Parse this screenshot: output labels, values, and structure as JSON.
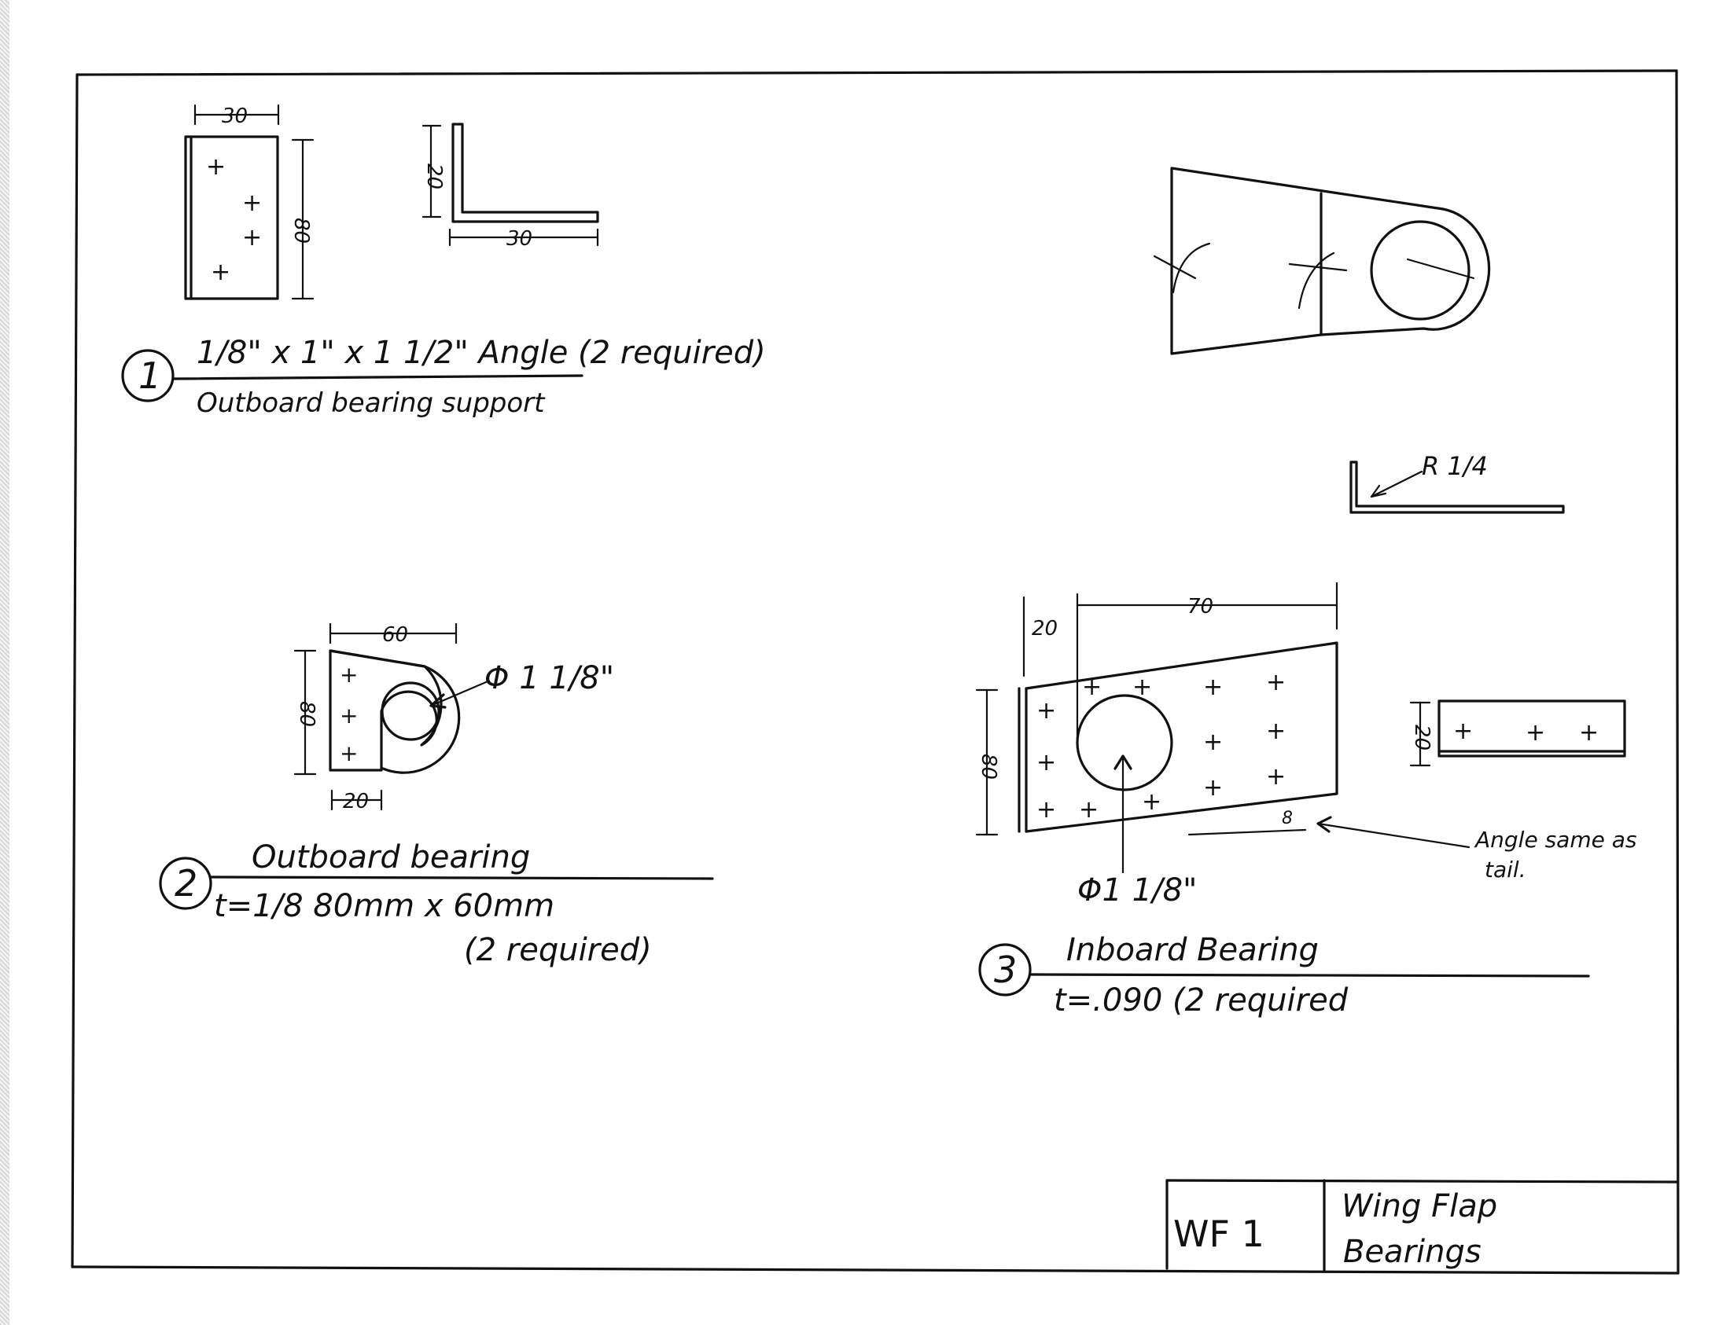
{
  "sheet": {
    "drawing_number": "WF 1",
    "title_line1": "Wing Flap",
    "title_line2": "Bearings"
  },
  "part1": {
    "number": "1",
    "title": "1/8\" x 1\" x 1 1/2\" Angle (2 required)",
    "subtitle": "Outboard bearing support",
    "dim_width": "30",
    "dim_height": "80",
    "dim_angle_leg_vertical": "20",
    "dim_angle_leg_horizontal": "30"
  },
  "part2": {
    "number": "2",
    "title": "Outboard bearing",
    "spec": "t=1/8   80mm x 60mm",
    "qty": "(2 required)",
    "dim_width": "60",
    "dim_height": "80",
    "dim_offset": "20",
    "hole": "Φ 1 1/8\""
  },
  "part3": {
    "number": "3",
    "title": "Inboard Bearing",
    "spec": "t=.090   (2 required",
    "dim_width": "70",
    "dim_offset": "20",
    "dim_height": "80",
    "dim_small": "8",
    "hole": "Φ1 1/8\"",
    "angle_note_line1": "Angle same as",
    "angle_note_line2": "tail.",
    "side_dim": "20"
  },
  "detail": {
    "radius_note": "R 1/4"
  }
}
